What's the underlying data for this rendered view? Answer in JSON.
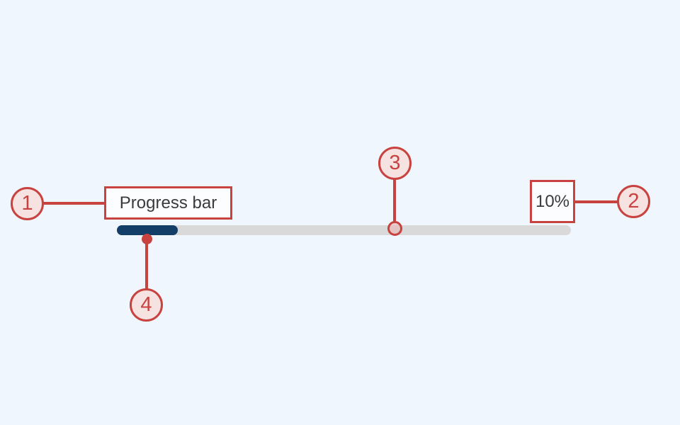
{
  "diagram": {
    "component": {
      "label": "Progress bar",
      "value": "10%",
      "progress_percent": 10
    },
    "callouts": [
      {
        "number": "1"
      },
      {
        "number": "2"
      },
      {
        "number": "3"
      },
      {
        "number": "4"
      }
    ],
    "colors": {
      "background": "#eff6fd",
      "annotation_red": "#c8423f",
      "annotation_pink_fill": "#f7e2e2",
      "track_gray": "#d9d9d9",
      "progress_navy": "#123e67",
      "text_dark": "#3b3b3b",
      "box_background": "#fbfdff"
    }
  }
}
